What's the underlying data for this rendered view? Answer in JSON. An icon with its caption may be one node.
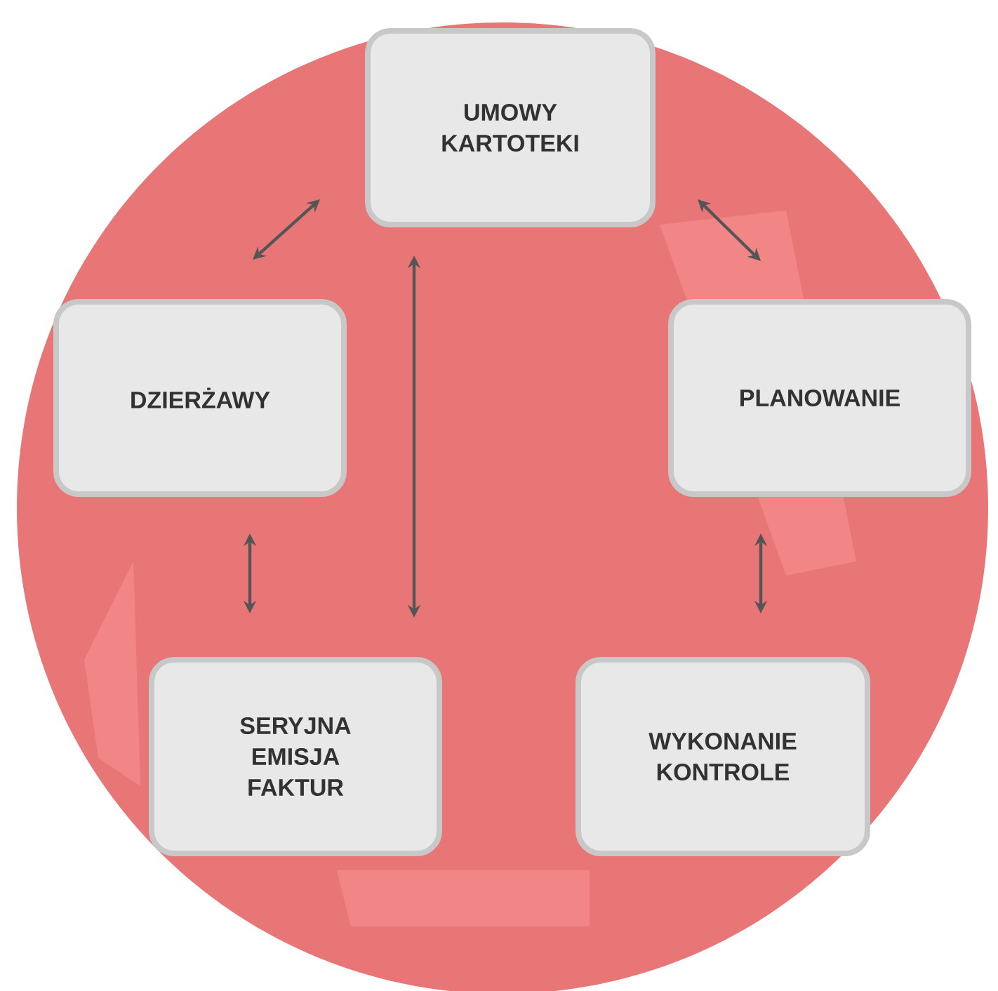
{
  "diagram": {
    "nodes": [
      {
        "text": [
          "UMOWY KARTOTEKI"
        ]
      },
      {
        "text": [
          "DZIERŻAWY"
        ]
      },
      {
        "text": [
          "PLANOWANIE"
        ]
      },
      {
        "text": [
          "SERYJNA EMISJA FAKTUR"
        ]
      },
      {
        "text": [
          "WYKONANIE KONTROLE"
        ]
      }
    ],
    "edges": [
      {
        "from": 1,
        "to": 0,
        "arrow": "both"
      },
      {
        "from": 0,
        "to": 2,
        "arrow": "both"
      },
      {
        "from": 0,
        "to": 3,
        "arrow": "both"
      },
      {
        "from": 1,
        "to": 3,
        "arrow": "both"
      },
      {
        "from": 2,
        "to": 4,
        "arrow": "both"
      }
    ]
  }
}
